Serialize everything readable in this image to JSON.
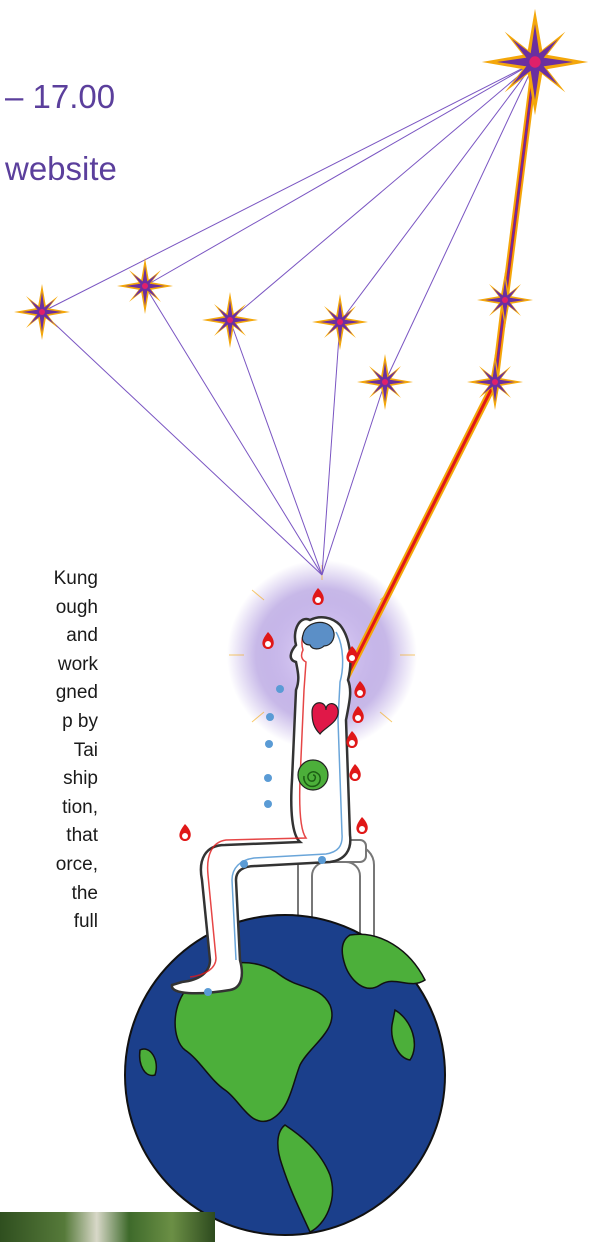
{
  "header": {
    "line1": "– 17.00",
    "line2": "website"
  },
  "paragraph_fragments": [
    "Kung",
    "ough",
    "and",
    "work",
    "gned",
    "p by",
    "Tai",
    "ship",
    "tion,",
    "that",
    "orce,",
    "the",
    "full"
  ],
  "colors": {
    "header_text": "#5b3f9c",
    "star_core": "#6b2fa0",
    "star_gold": "#f4a70a",
    "line": "#7a55c2",
    "beam_red": "#e01818",
    "earth_ocean": "#1b3f8b",
    "earth_land": "#4caf3a"
  },
  "icons": [
    "star-icon",
    "flame-icon",
    "brain-icon",
    "heart-icon",
    "spiral-icon",
    "earth-icon",
    "chair-icon"
  ]
}
